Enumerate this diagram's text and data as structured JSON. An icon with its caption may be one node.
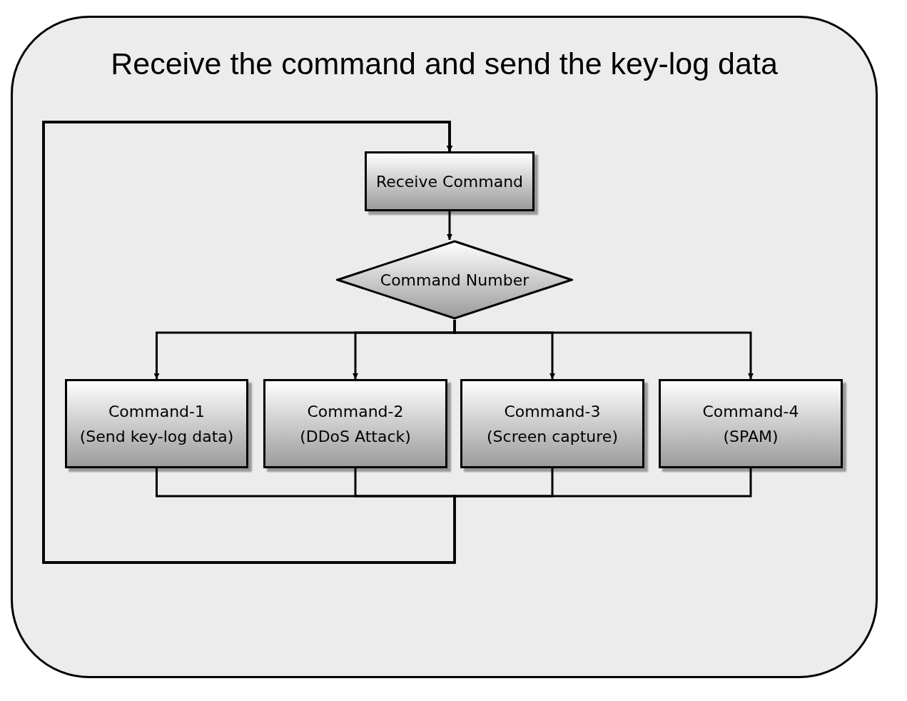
{
  "diagram": {
    "nodes": [
      {
        "text": [
          "Receive the command and send the key-log data"
        ]
      },
      {
        "text": [
          "Receive Command"
        ],
        "in": 0
      },
      {
        "text": [
          "Command Number"
        ],
        "in": 0
      },
      {
        "text": [
          "Command-1",
          "(Send key-log data)"
        ],
        "in": 0
      },
      {
        "text": [
          "Command-2",
          "(DDoS Attack)"
        ],
        "in": 0
      },
      {
        "text": [
          "Command-3",
          "(Screen capture)"
        ],
        "in": 0
      },
      {
        "text": [
          "Command-4",
          "(SPAM)"
        ],
        "in": 0
      }
    ],
    "edges": [
      {
        "from": 1,
        "to": 2,
        "arrow": "to"
      },
      {
        "from": 2,
        "to": 3,
        "arrow": "to"
      },
      {
        "from": 2,
        "to": 4,
        "arrow": "to"
      },
      {
        "from": 2,
        "to": 5,
        "arrow": "to"
      },
      {
        "from": 2,
        "to": 6,
        "arrow": "to"
      },
      {
        "from": 3,
        "to": 1,
        "arrow": "to"
      },
      {
        "from": 4,
        "to": 1,
        "arrow": "to"
      },
      {
        "from": 5,
        "to": 1,
        "arrow": "to"
      },
      {
        "from": 6,
        "to": 1,
        "arrow": "to"
      }
    ]
  }
}
